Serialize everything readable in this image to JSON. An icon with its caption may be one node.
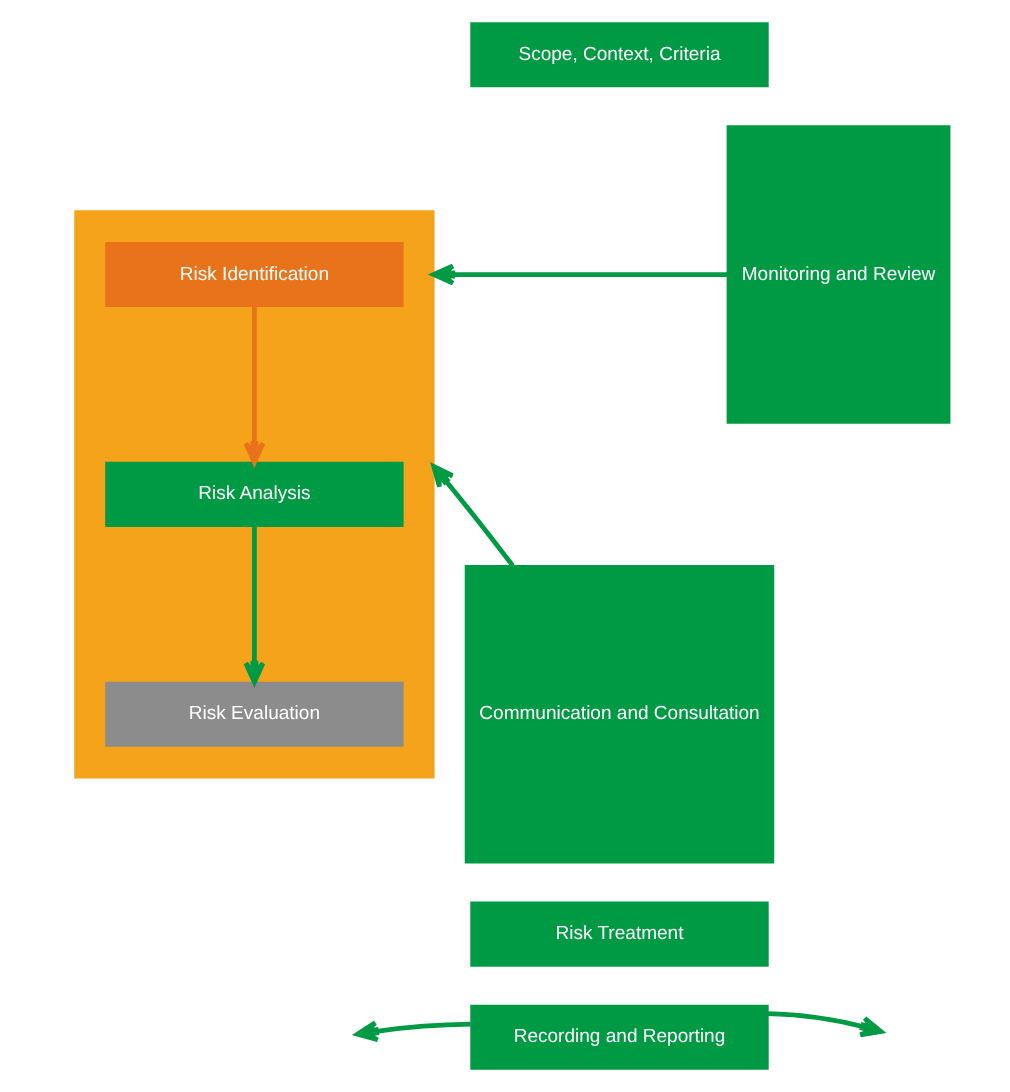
{
  "diagram": {
    "nodes": [
      {
        "text": [
          "Scope, Context, Criteria"
        ]
      },
      {
        "text": [
          "Communication and Consultation"
        ]
      },
      {
        "text": [],
        "shape": "box"
      },
      {
        "text": [
          "Risk Identification"
        ],
        "in": 2
      },
      {
        "text": [
          "Risk Analysis"
        ],
        "in": 2
      },
      {
        "text": [
          "Risk Evaluation"
        ],
        "in": 2
      },
      {
        "text": [
          "Monitoring and Review"
        ]
      },
      {
        "text": [
          "Risk Treatment"
        ]
      },
      {
        "text": [
          "Recording and Reporting"
        ]
      }
    ],
    "edges": [
      {
        "from": 3,
        "to": 4,
        "arrow": "to",
        "color": "#e8731a"
      },
      {
        "from": 4,
        "to": 5,
        "arrow": "to"
      },
      {
        "from": 1,
        "to": 2,
        "arrow": "to"
      },
      {
        "from": 6,
        "to": 2,
        "arrow": "to"
      },
      {
        "from": 8,
        "to": null,
        "arrow": "to"
      },
      {
        "from": 8,
        "to": null,
        "arrow": "to"
      }
    ]
  }
}
